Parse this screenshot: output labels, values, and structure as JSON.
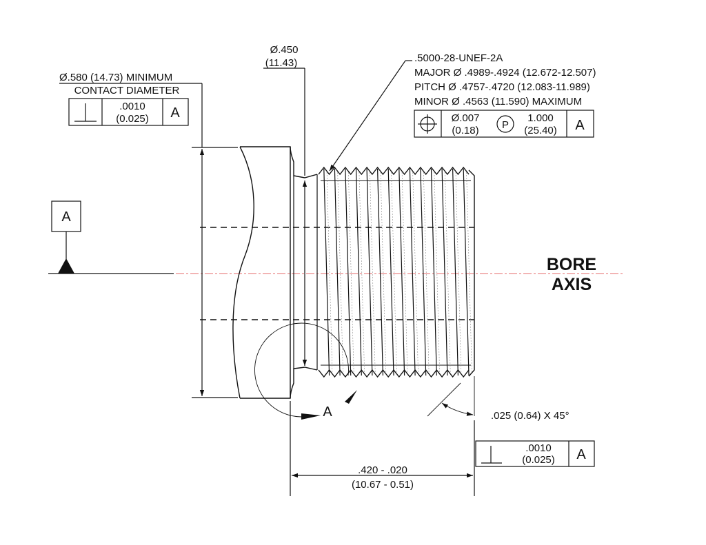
{
  "thread": {
    "spec": ".5000-28-UNEF-2A",
    "major": "MAJOR Ø  .4989-.4924 (12.672-12.507)",
    "pitch": "PITCH Ø  .4757-.4720 (12.083-11.989)",
    "minor": "MINOR Ø  .4563 (11.590) MAXIMUM"
  },
  "position_fcf": {
    "symbol": "position-icon",
    "tol": "Ø.007",
    "tol_mm": "(0.18)",
    "modifier": "P",
    "proj": "1.000",
    "proj_mm": "(25.40)",
    "datum": "A"
  },
  "contact": {
    "line1": "Ø.580 (14.73) MINIMUM",
    "line2": "CONTACT DIAMETER"
  },
  "perp_fcf_top": {
    "symbol": "perpendicularity-icon",
    "tol": ".0010",
    "tol_mm": "(0.025)",
    "datum": "A"
  },
  "perp_fcf_bottom": {
    "symbol": "perpendicularity-icon",
    "tol": ".0010",
    "tol_mm": "(0.025)",
    "datum": "A"
  },
  "relief_dia": {
    "value": "Ø.450",
    "value_mm": "(11.43)"
  },
  "datum_feature": {
    "label": "A"
  },
  "bore_axis": {
    "line1": "BORE",
    "line2": "AXIS"
  },
  "chamfer": {
    "label": ".025 (0.64) X 45°"
  },
  "length": {
    "value": ".420 - .020",
    "value_mm": "(10.67 - 0.51)"
  },
  "view": {
    "label": "A"
  },
  "colors": {
    "ink": "#111111",
    "center_line": "#e46a6a"
  }
}
